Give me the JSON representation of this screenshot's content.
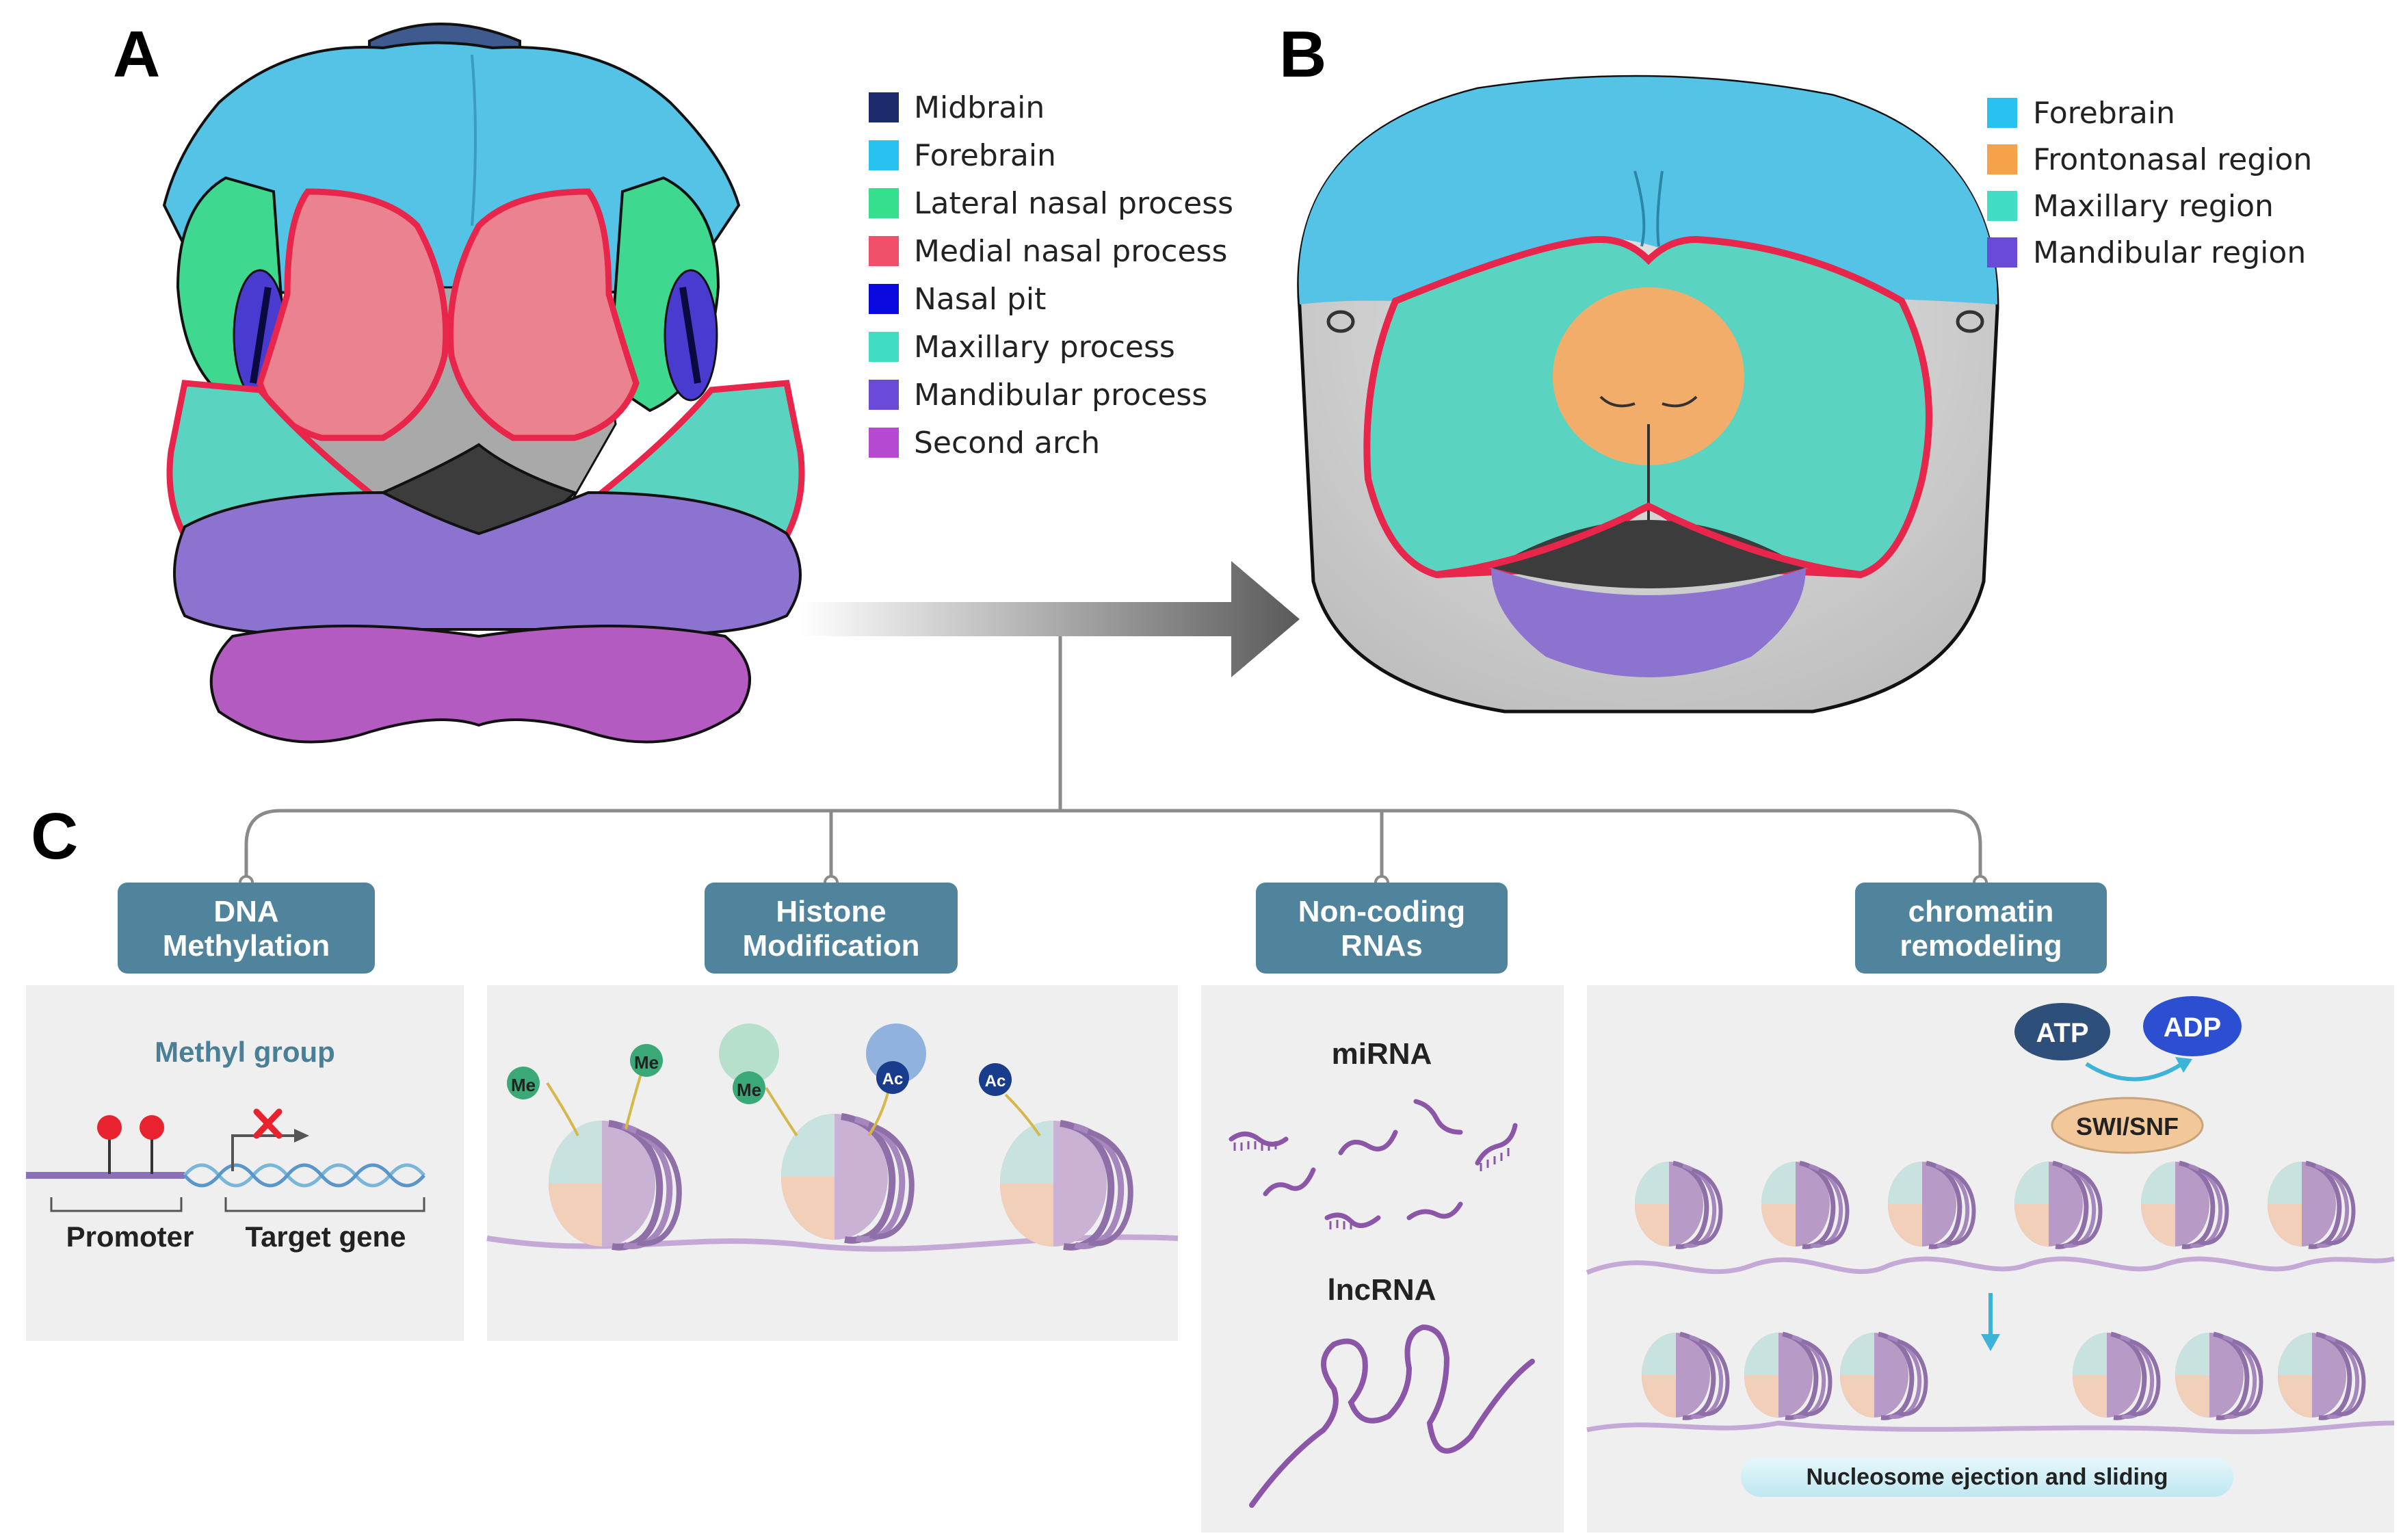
{
  "panels": {
    "a": "A",
    "b": "B",
    "c": "C"
  },
  "legend_a": [
    {
      "label": "Midbrain",
      "color": "#1a2a6b"
    },
    {
      "label": "Forebrain",
      "color": "#29c1ef"
    },
    {
      "label": "Lateral nasal process",
      "color": "#35e08c"
    },
    {
      "label": "Medial nasal process",
      "color": "#f0506a"
    },
    {
      "label": "Nasal pit",
      "color": "#0a0ae0"
    },
    {
      "label": "Maxillary process",
      "color": "#40dcc4"
    },
    {
      "label": "Mandibular process",
      "color": "#6a4ad8"
    },
    {
      "label": "Second arch",
      "color": "#b54ad0"
    }
  ],
  "legend_b": [
    {
      "label": "Forebrain",
      "color": "#29c1ef"
    },
    {
      "label": "Frontonasal region",
      "color": "#f5a24a"
    },
    {
      "label": "Maxillary region",
      "color": "#40dcc4"
    },
    {
      "label": "Mandibular region",
      "color": "#6a4ad8"
    }
  ],
  "mechanisms": {
    "dna_methylation": {
      "title_line1": "DNA",
      "title_line2": "Methylation",
      "methyl_group": "Methyl group",
      "promoter": "Promoter",
      "target_gene": "Target gene"
    },
    "histone_modification": {
      "title_line1": "Histone",
      "title_line2": "Modification",
      "me": "Me",
      "ac": "Ac"
    },
    "noncoding_rnas": {
      "title_line1": "Non-coding",
      "title_line2": "RNAs",
      "mirna": "miRNA",
      "lncrna": "lncRNA"
    },
    "chromatin_remodeling": {
      "title_line1": "chromatin",
      "title_line2": "remodeling",
      "atp": "ATP",
      "adp": "ADP",
      "complex": "SWI/SNF",
      "caption": "Nucleosome ejection and sliding"
    }
  },
  "colors": {
    "box_title_fill": "#4f849c",
    "panel_bg": "#efefef",
    "outline_red": "#e8254a",
    "nucleosome_purple": "#b79ac6",
    "nucleosome_peach": "#f2cfb8",
    "nucleosome_teal": "#b8dcd6"
  }
}
